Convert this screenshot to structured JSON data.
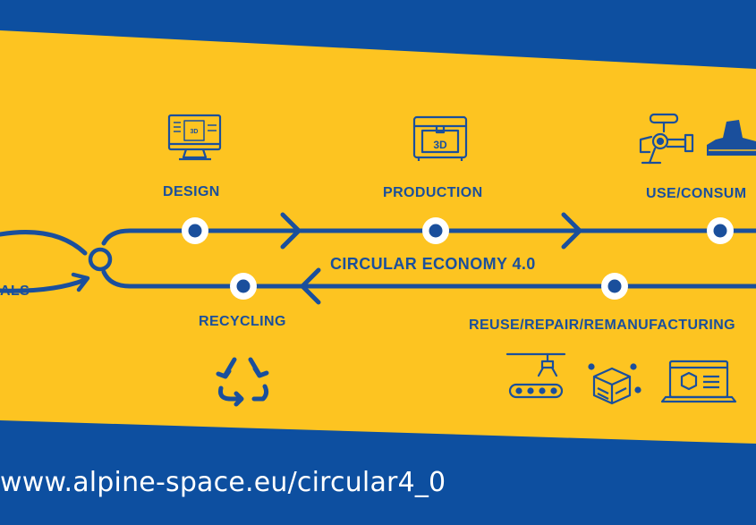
{
  "colors": {
    "blue": "#0d4fa0",
    "yellow": "#fdc421",
    "line": "#1a4f9c",
    "white": "#ffffff"
  },
  "stages": {
    "design": "DESIGN",
    "production": "PRODUCTION",
    "use": "USE/CONSUM",
    "recycling": "RECYCLING",
    "reuse": "REUSE/REPAIR/REMANUFACTURING",
    "materials": "ALS"
  },
  "center_title": "CIRCULAR ECONOMY 4.0",
  "production_icon_text": "3D",
  "design_icon_text": "3D",
  "footer_url": "www.alpine-space.eu/circular4_0",
  "icons": [
    "monitor-3d-design-icon",
    "3d-printer-icon",
    "robot-arm-icon",
    "boot-icon",
    "recycle-icon",
    "conveyor-robot-icon",
    "isometric-box-icon",
    "laptop-3d-icon"
  ]
}
